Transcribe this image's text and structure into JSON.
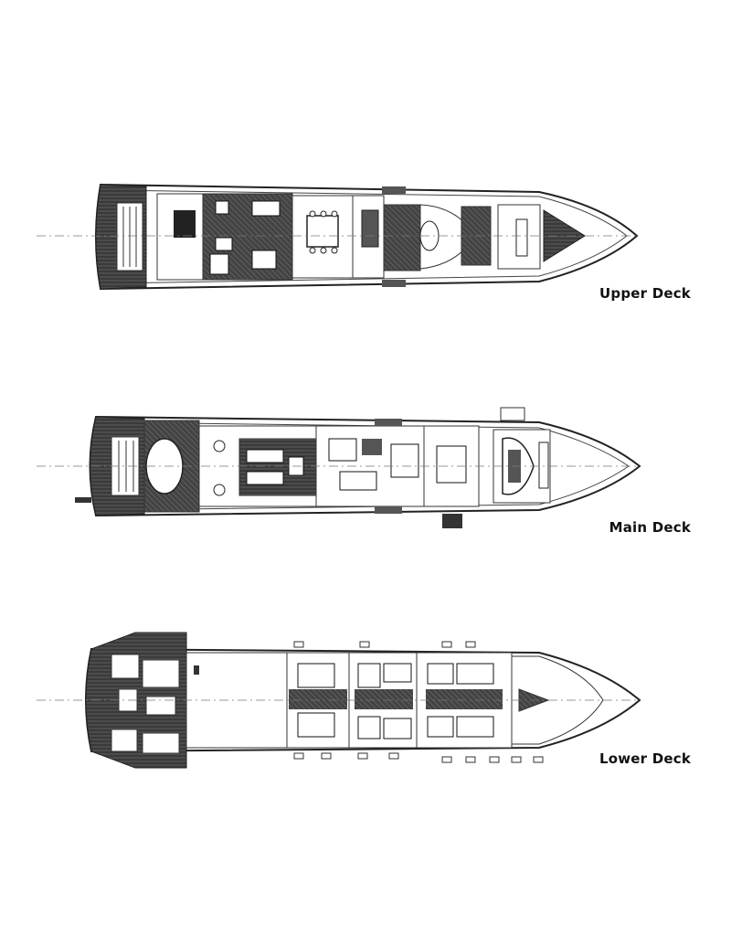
{
  "decks": {
    "upper": {
      "label": "Upper Deck"
    },
    "main": {
      "label": "Main Deck"
    },
    "lower": {
      "label": "Lower Deck"
    }
  }
}
